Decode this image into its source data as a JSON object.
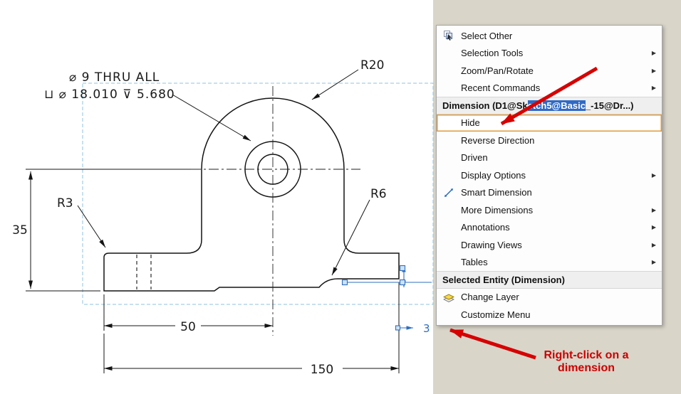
{
  "window": {
    "background": "#ffffff",
    "panel_beige": "#d9d5c9"
  },
  "drawing": {
    "note_line1": "⌀ 9 THRU ALL",
    "note_line2": "⊔ ⌀ 18.010 ⊽ 5.680",
    "radius_r20": "R20",
    "radius_r6": "R6",
    "radius_r3": "R3",
    "dim_height": "35",
    "dim_width_left": "50",
    "dim_total": "150",
    "dim_selected": "3"
  },
  "menu": {
    "arrow_glyph": "▶",
    "header_dimension": {
      "pre": "Dimension (D1@Sk",
      "hl": "etch5@Basic",
      "post": "_-15@Dr...)"
    },
    "header_selected_entity": "Selected Entity (Dimension)",
    "items": [
      {
        "label": "Select Other"
      },
      {
        "label": "Selection Tools"
      },
      {
        "label": "Zoom/Pan/Rotate"
      },
      {
        "label": "Recent Commands"
      },
      {
        "label": "Hide"
      },
      {
        "label": "Reverse Direction"
      },
      {
        "label": "Driven"
      },
      {
        "label": "Display Options"
      },
      {
        "label": "Smart Dimension"
      },
      {
        "label": "More Dimensions"
      },
      {
        "label": "Annotations"
      },
      {
        "label": "Drawing Views"
      },
      {
        "label": "Tables"
      },
      {
        "label": "Change Layer"
      },
      {
        "label": "Customize Menu"
      }
    ]
  },
  "annotation": {
    "line1": "Right-click on a",
    "line2": "dimension",
    "color": "#cc0000"
  },
  "colors": {
    "selection_blue": "#2f6fc1",
    "hide_highlight_border": "#e09a3c",
    "menu_header_bg": "#efefef",
    "header_text_highlight": "#316ac5",
    "annotation_red": "#d60000"
  }
}
